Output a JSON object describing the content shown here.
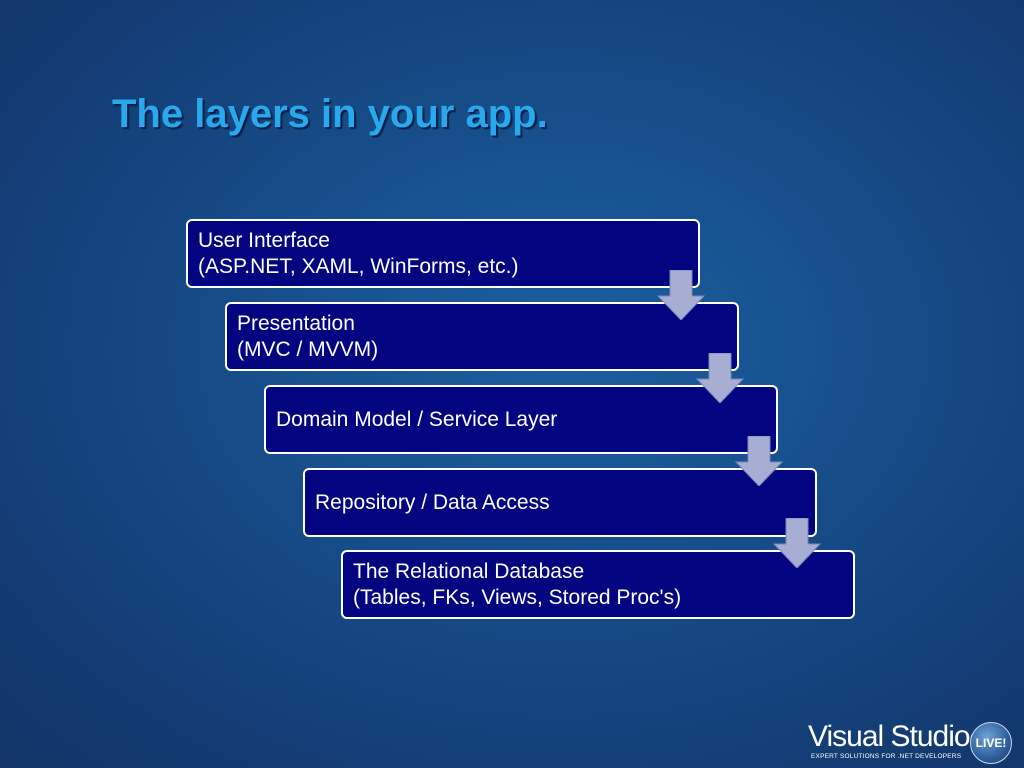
{
  "slide": {
    "title": "The layers in your app."
  },
  "layers": [
    {
      "line1": "User Interface",
      "line2": "(ASP.NET, XAML, WinForms, etc.)"
    },
    {
      "line1": "Presentation",
      "line2": "(MVC / MVVM)"
    },
    {
      "line1": "Domain Model / Service Layer",
      "line2": ""
    },
    {
      "line1": "Repository / Data Access",
      "line2": ""
    },
    {
      "line1": "The Relational Database",
      "line2": "(Tables, FKs, Views, Stored Proc's)"
    }
  ],
  "colors": {
    "title": "#29a8ee",
    "box_fill": "#030480",
    "box_border": "#ffffff",
    "arrow_fill": "#a6aed4"
  },
  "logo": {
    "name": "Visual Studio",
    "badge": "LIVE!",
    "tagline": "EXPERT SOLUTIONS FOR .NET DEVELOPERS"
  }
}
